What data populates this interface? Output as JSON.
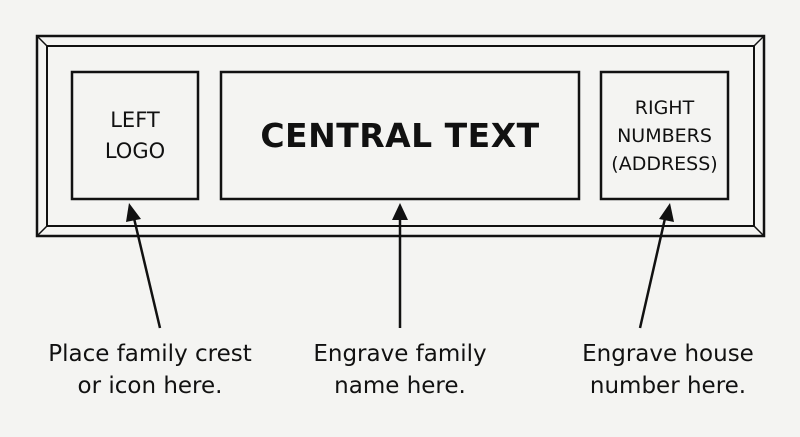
{
  "plaque": {
    "left_box": {
      "lines": [
        "LEFT",
        "LOGO"
      ]
    },
    "central_box": {
      "text": "CENTRAL TEXT"
    },
    "right_box": {
      "lines": [
        "RIGHT",
        "NUMBERS",
        "(ADDRESS)"
      ]
    }
  },
  "captions": {
    "left": {
      "lines": [
        "Place family crest",
        "or icon here."
      ]
    },
    "center": {
      "lines": [
        "Engrave family",
        "name here."
      ]
    },
    "right": {
      "lines": [
        "Engrave house",
        "number here."
      ]
    }
  },
  "colors": {
    "background": "#f4f4f2",
    "ink": "#111111"
  }
}
